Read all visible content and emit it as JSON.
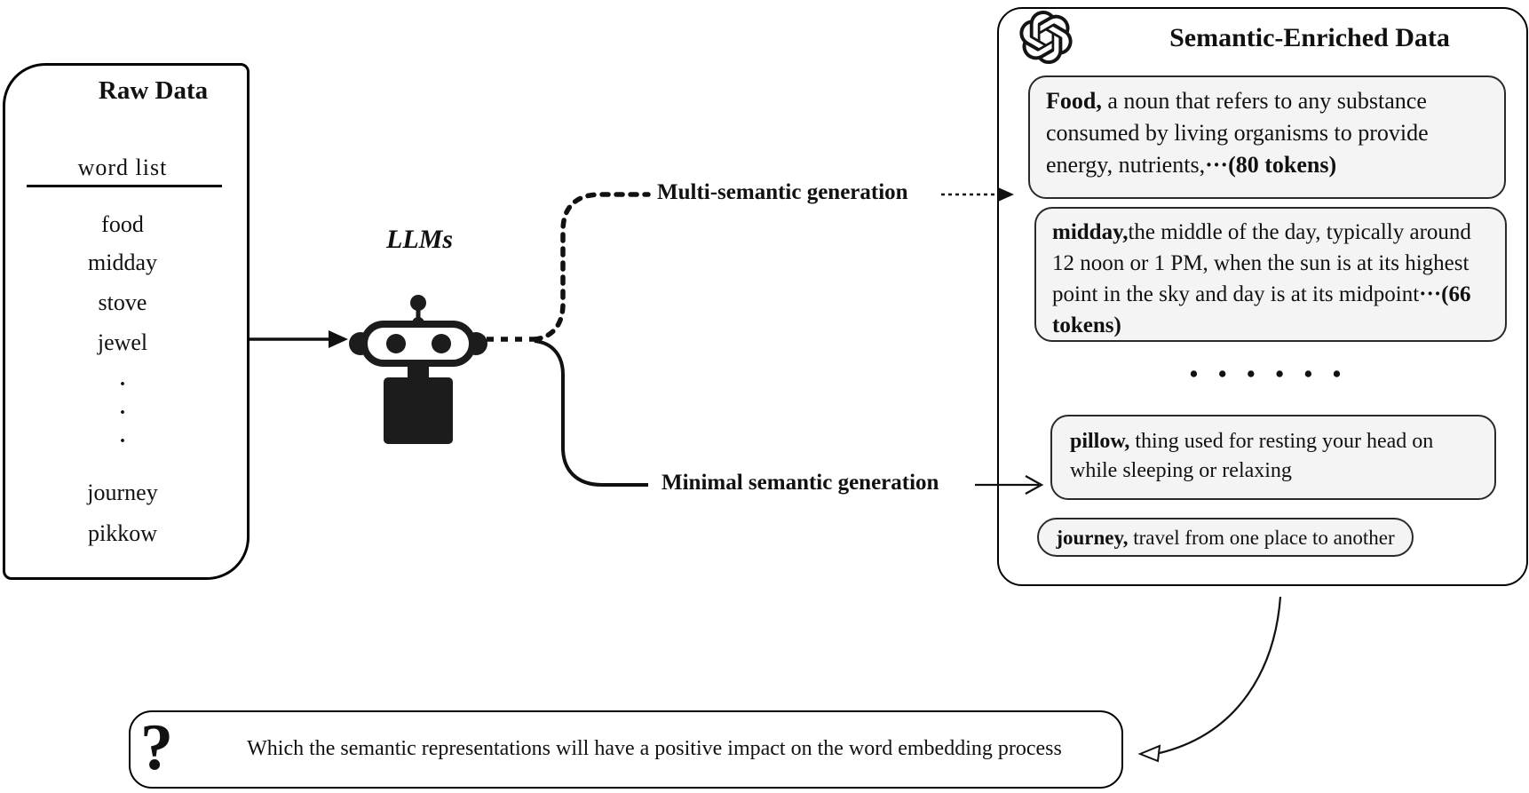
{
  "raw_data": {
    "title": "Raw Data",
    "list_header": "word  list",
    "words": [
      "food",
      "midday",
      "stove",
      "jewel"
    ],
    "vdots": [
      "·",
      "·",
      "·"
    ],
    "words_tail": [
      "journey",
      "pikkow"
    ],
    "icon": "rounded-document-box"
  },
  "llm": {
    "label": "LLMs",
    "icon": "robot-icon"
  },
  "flow": {
    "multi_label": "Multi-semantic generation",
    "minimal_label": "Minimal semantic generation"
  },
  "enriched": {
    "title": "Semantic-Enriched Data",
    "logo": "openai-logo-icon",
    "cards": [
      {
        "keyword": "Food,",
        "body": " a noun that refers to any substance consumed by living organisms to provide energy, nutrients,",
        "suffix": "···(80 tokens)"
      },
      {
        "keyword": "midday,",
        "body": "the middle of the day, typically around 12 noon or 1 PM, when the sun is at its highest point in the sky and day is at its midpoint",
        "suffix": "···(66 tokens)"
      },
      {
        "keyword": "pillow,",
        "body": " thing used for resting your head on while sleeping or relaxing",
        "suffix": ""
      },
      {
        "keyword": "journey,",
        "body": " travel from one place to another",
        "suffix": ""
      }
    ],
    "dots_row": "• • • • • •"
  },
  "question": {
    "mark": "?",
    "text": "Which the semantic representations will have a positive impact on the word embedding process"
  },
  "colors": {
    "ink": "#111111",
    "card_fill": "#f4f4f4",
    "background": "#ffffff"
  }
}
